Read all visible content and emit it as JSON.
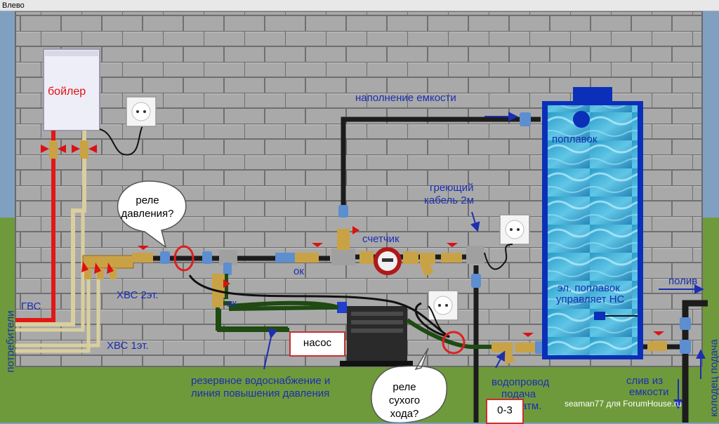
{
  "window": {
    "title": "Влево"
  },
  "labels": {
    "boiler": "бойлер",
    "gvs": "ГВС",
    "consumers": "потребители",
    "hvs2": "ХВС 2эт.",
    "hvs1": "ХВС 1эт.",
    "ok1": "ок",
    "ok2": "ок",
    "counter": "счетчик",
    "fill_tank": "наполнение емкости",
    "float": "поплавок",
    "heating_cable_1": "греющий",
    "heating_cable_2": "кабель 2м",
    "el_float_1": "эл. поплавок",
    "el_float_2": "управляет НС",
    "watering": "полив",
    "drain_1": "слив из",
    "drain_2": "емкости",
    "well_feed": "колодец подача",
    "reserve_1": "резервное водоснабжение и",
    "reserve_2": "линия повышения давления",
    "water_supply_1": "водопровод",
    "water_supply_2": "подача",
    "water_supply_3": "атм.",
    "pump": "насос",
    "pressure_range": "0-3",
    "bubble_pressure_1": "реле",
    "bubble_pressure_2": "давления?",
    "bubble_dry_1": "реле",
    "bubble_dry_2": "сухого",
    "bubble_dry_3": "хода?",
    "watermark": "seaman77 для ForumHouse.ru"
  },
  "colors": {
    "wall": "#a7a7a7",
    "brick_line": "#7a7a7a",
    "sky": "#7fa0c0",
    "grass": "#6f9a3a",
    "pipe_black": "#1c1c1c",
    "pipe_green": "#1f4a12",
    "pipe_red": "#e01818",
    "pipe_beige": "#d9cf9e",
    "tank_frame": "#0b2fb8",
    "label_blue": "#1b2fb0",
    "marker_red": "#e02020"
  },
  "icons": [
    "socket-icon",
    "valve-icon",
    "filter-icon",
    "water-meter-icon",
    "pump-icon",
    "float-icon",
    "tank-icon",
    "boiler-icon",
    "manifold-icon"
  ]
}
